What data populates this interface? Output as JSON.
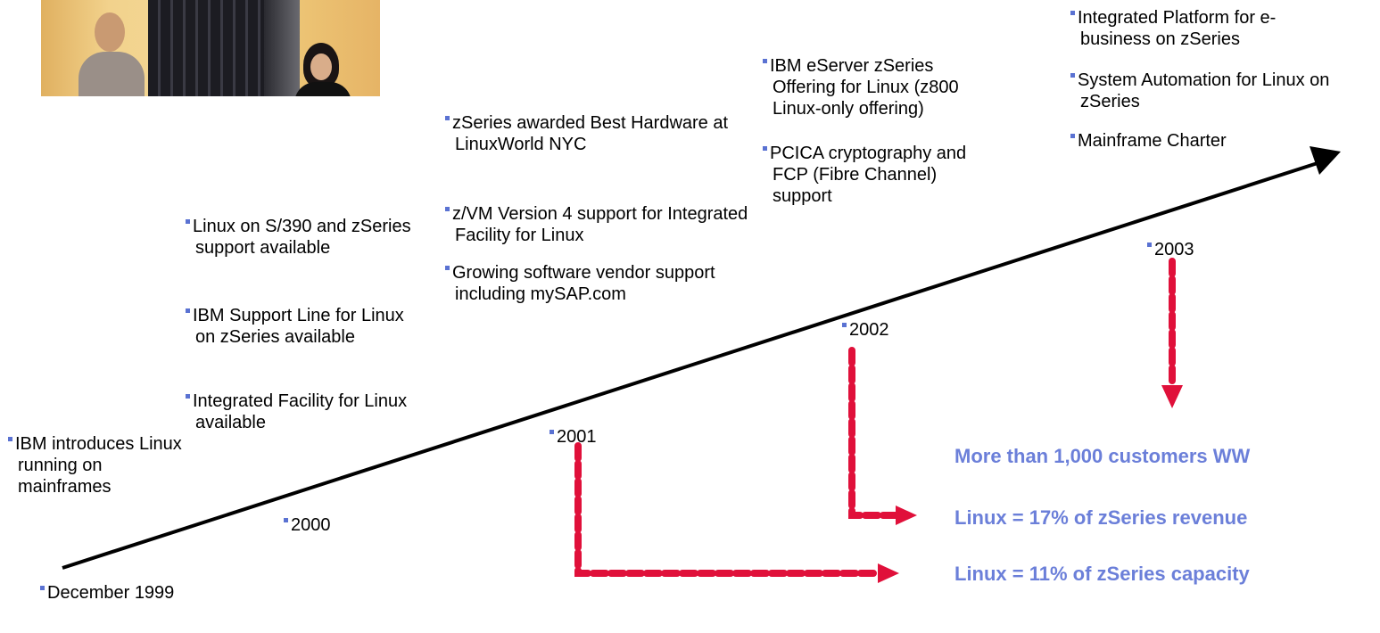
{
  "photo": {
    "alt": "People standing beside a mainframe server"
  },
  "milestones": {
    "dec1999": {
      "year": "December 1999",
      "items": [
        "IBM introduces Linux running on mainframes"
      ]
    },
    "y2000": {
      "year": "2000",
      "items": [
        "Linux on S/390 and zSeries support available",
        "IBM Support Line for Linux on zSeries available",
        "Integrated Facility for Linux available"
      ]
    },
    "y2001": {
      "year": "2001",
      "items": [
        "zSeries awarded Best Hardware at LinuxWorld NYC",
        "z/VM Version 4 support for Integrated Facility for Linux",
        "Growing software vendor support including mySAP.com"
      ]
    },
    "y2002": {
      "year": "2002",
      "items": [
        "IBM eServer zSeries Offering for Linux (z800 Linux-only offering)",
        "PCICA cryptography and FCP (Fibre Channel) support"
      ]
    },
    "y2003": {
      "year": "2003",
      "items": [
        "Integrated Platform for e-business on zSeries",
        "System Automation for Linux on zSeries",
        "Mainframe Charter"
      ]
    }
  },
  "callouts": {
    "customers": "More than 1,000 customers WW",
    "revenue": "Linux = 17% of zSeries revenue",
    "capacity": "Linux = 11% of zSeries capacity"
  },
  "colors": {
    "bullet": "#5a72d2",
    "callout": "#6b7fd9",
    "arrow_red": "#e0103a",
    "timeline": "#000000"
  }
}
